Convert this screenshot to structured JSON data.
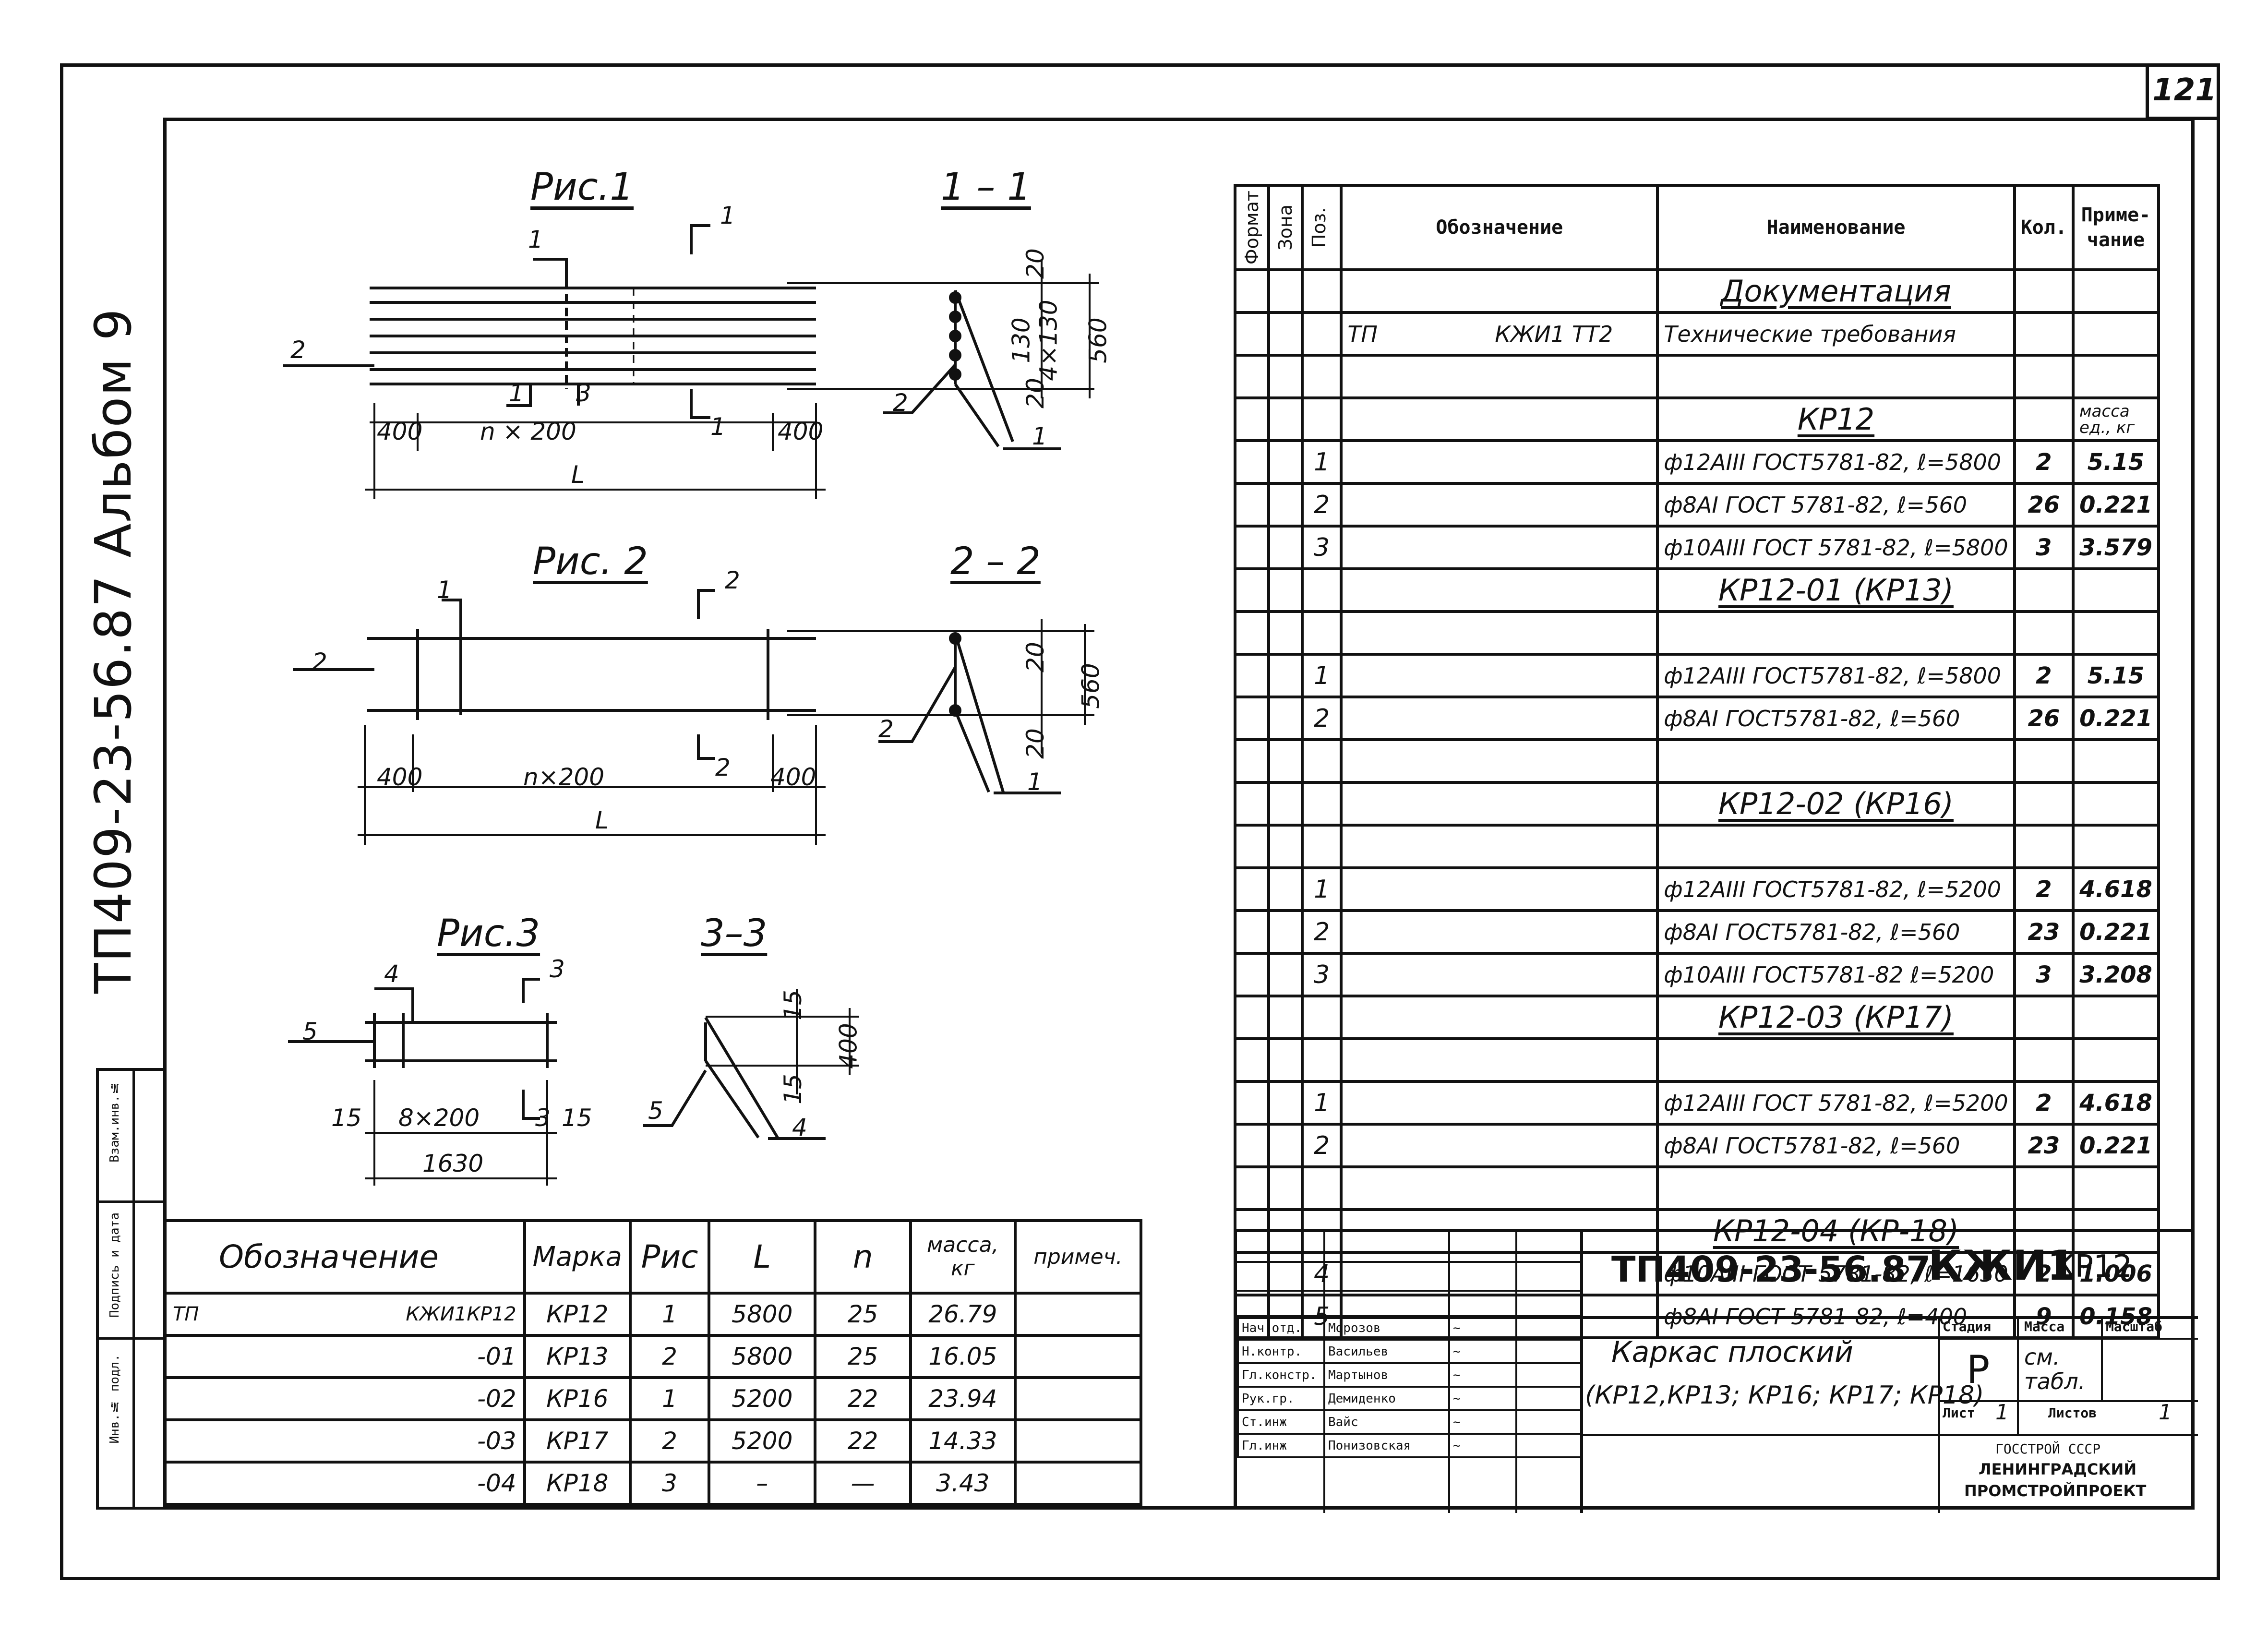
{
  "sheet_number": "121",
  "album_title": "ТП409-23-56.87 Альбом 9",
  "side_strip": [
    "Взам.инв.№",
    "Подпись и дата",
    "Инв.№ подл."
  ],
  "figures": {
    "fig1_title": "Рис.1",
    "fig2_title": "Рис. 2",
    "fig3_title": "Рис.3",
    "sec1": "1 – 1",
    "sec2": "2 – 2",
    "sec3": "3–3",
    "fig1_dims": {
      "left": "400",
      "mid": "n × 200",
      "right": "400",
      "total": "L"
    },
    "fig2_dims": {
      "left": "400",
      "mid": "n×200",
      "right": "400",
      "total": "L"
    },
    "fig3_dims": {
      "left": "15",
      "mid": "8×200",
      "right": "15",
      "total": "1630"
    },
    "sec1_dims": {
      "top": "20",
      "pitch": "4×130",
      "sub": "130",
      "bottom": "20",
      "height": "560"
    },
    "sec2_dims": {
      "top": "20",
      "bottom": "20",
      "height": "560"
    },
    "sec3_dims": {
      "top": "15",
      "bottom": "15",
      "height": "400"
    },
    "labels": {
      "p1": "1",
      "p2": "2",
      "p3": "3",
      "p4": "4",
      "p5": "5"
    }
  },
  "spec": {
    "headers": {
      "format": "Формат",
      "zone": "Зона",
      "pos": "Поз.",
      "designation": "Обозначение",
      "name": "Наименование",
      "qty": "Кол.",
      "note": "Приме-чание"
    },
    "doc_section": "Документация",
    "doc_row": {
      "designation_a": "ТП",
      "designation_b": "КЖИ1 ТТ2",
      "name": "Технические требования"
    },
    "mass_label": "масса ед., кг",
    "groups": [
      {
        "title": "КР12",
        "rows": [
          {
            "pos": "1",
            "name": "ф12АIII ГОСТ5781-82, ℓ=5800",
            "qty": "2",
            "note": "5.15"
          },
          {
            "pos": "2",
            "name": "ф8АI ГОСТ 5781-82, ℓ=560",
            "qty": "26",
            "note": "0.221"
          },
          {
            "pos": "3",
            "name": "ф10АIII ГОСТ 5781-82, ℓ=5800",
            "qty": "3",
            "note": "3.579"
          }
        ]
      },
      {
        "title": "КР12-01 (КР13)",
        "rows": [
          {
            "pos": "1",
            "name": "ф12АIII ГОСТ5781-82, ℓ=5800",
            "qty": "2",
            "note": "5.15"
          },
          {
            "pos": "2",
            "name": "ф8АI ГОСТ5781-82, ℓ=560",
            "qty": "26",
            "note": "0.221"
          }
        ]
      },
      {
        "title": "КР12-02 (КР16)",
        "rows": [
          {
            "pos": "1",
            "name": "ф12АIII ГОСТ5781-82, ℓ=5200",
            "qty": "2",
            "note": "4.618"
          },
          {
            "pos": "2",
            "name": "ф8АI ГОСТ5781-82, ℓ=560",
            "qty": "23",
            "note": "0.221"
          },
          {
            "pos": "3",
            "name": "ф10АIII ГОСТ5781-82 ℓ=5200",
            "qty": "3",
            "note": "3.208"
          }
        ]
      },
      {
        "title": "КР12-03 (КР17)",
        "rows": [
          {
            "pos": "1",
            "name": "ф12АIII ГОСТ 5781-82, ℓ=5200",
            "qty": "2",
            "note": "4.618"
          },
          {
            "pos": "2",
            "name": "ф8АI ГОСТ5781-82, ℓ=560",
            "qty": "23",
            "note": "0.221"
          }
        ]
      },
      {
        "title": "КР12-04 (КР-18)",
        "rows": [
          {
            "pos": "4",
            "name": "ф10АIII ГОСТ 5781-82, ℓ=1630",
            "qty": "2",
            "note": "1.006"
          },
          {
            "pos": "5",
            "name": "ф8АI ГОСТ 5781-82, ℓ=400",
            "qty": "9",
            "note": "0.158"
          }
        ]
      }
    ]
  },
  "marks_table": {
    "headers": {
      "designation": "Обозначение",
      "mark": "Марка",
      "fig": "Рис",
      "L": "L",
      "n": "n",
      "mass": "масса, кг",
      "note": "примеч."
    },
    "rows": [
      {
        "des_a": "ТП",
        "des_b": "КЖИ1КР12",
        "mark": "КР12",
        "fig": "1",
        "L": "5800",
        "n": "25",
        "mass": "26.79"
      },
      {
        "des_a": "",
        "des_b": "-01",
        "mark": "КР13",
        "fig": "2",
        "L": "5800",
        "n": "25",
        "mass": "16.05"
      },
      {
        "des_a": "",
        "des_b": "-02",
        "mark": "КР16",
        "fig": "1",
        "L": "5200",
        "n": "22",
        "mass": "23.94"
      },
      {
        "des_a": "",
        "des_b": "-03",
        "mark": "КР17",
        "fig": "2",
        "L": "5200",
        "n": "22",
        "mass": "14.33"
      },
      {
        "des_a": "",
        "des_b": "-04",
        "mark": "КР18",
        "fig": "3",
        "L": "–",
        "n": "—",
        "mass": "3.43"
      }
    ]
  },
  "title_block": {
    "code": "ТП409-23-56.87",
    "doc": "КЖИ1",
    "doc_mark": "КР12",
    "name_line1": "Каркас плоский",
    "name_line2": "(КР12,КР13; КР16; КР17; КР18)",
    "stage_label": "Стадия",
    "mass_label": "Масса",
    "scale_label": "Масштаб",
    "stage": "Р",
    "mass_value": "см. табл.",
    "sheet_label": "Лист",
    "sheet_value": "1",
    "sheets_label": "Листов",
    "sheets_value": "1",
    "org1": "ГОССТРОЙ СССР",
    "org2": "ЛЕНИНГРАДСКИЙ",
    "org3": "ПРОМСТРОЙПРОЕКТ",
    "signatures": [
      {
        "role": "Нач.отд.",
        "name": "Морозов"
      },
      {
        "role": "Н.контр.",
        "name": "Васильев"
      },
      {
        "role": "Гл.констр.",
        "name": "Мартынов"
      },
      {
        "role": "Рук.гр.",
        "name": "Демиденко"
      },
      {
        "role": "Ст.инж",
        "name": "Вайс"
      },
      {
        "role": "Гл.инж",
        "name": "Понизовская"
      }
    ]
  }
}
